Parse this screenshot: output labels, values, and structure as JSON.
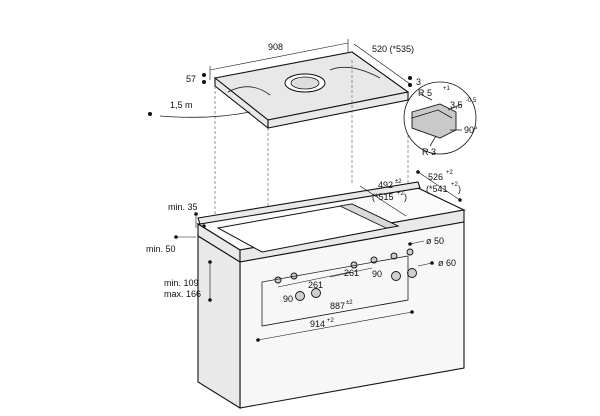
{
  "labels": {
    "width_908": "908",
    "depth_520": "520 (*535)",
    "h_57": "57",
    "h_3": "3",
    "cable": "1,5 m",
    "r5": "R 5",
    "r5_sup": "+1",
    "d35": "3,5",
    "d35_sup": "-0,5",
    "ang90": "90°",
    "r3": "R 3",
    "d526": "526",
    "d526_sup": "+2",
    "d541": "(*541",
    "d541_sup": "+2",
    "d541_close": ")",
    "d492": "492",
    "d492_sup": "±2",
    "d515": "(*515",
    "d515_sup": "+2",
    "d515_close": ")",
    "min35": "min. 35",
    "min50": "min. 50",
    "min109": "min. 109",
    "max166": "max. 166",
    "dia50": "ø 50",
    "dia60": "ø 60",
    "d261a": "261",
    "d261b": "261",
    "d90a": "90",
    "d90b": "90",
    "d887": "887",
    "d887_sup": "±2",
    "d914": "914",
    "d914_sup": "+2"
  },
  "colors": {
    "line": "#111111",
    "fill_light": "#f7f7f7",
    "fill_hob": "#e8e8e8"
  }
}
